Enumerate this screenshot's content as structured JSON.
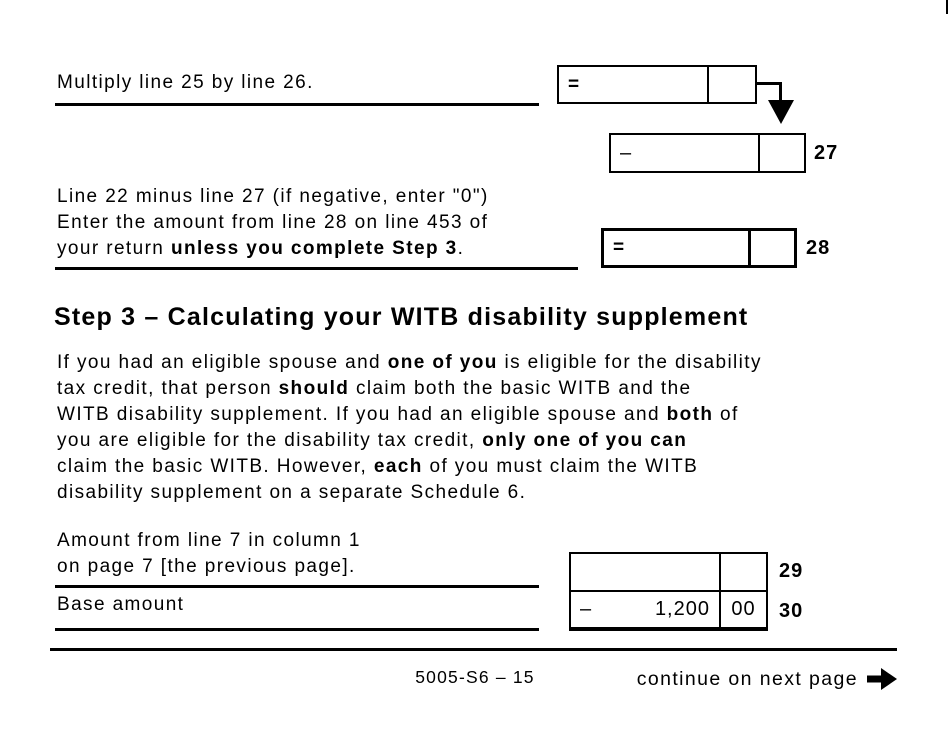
{
  "colors": {
    "ink": "#000000",
    "paper": "#ffffff"
  },
  "top_section": {
    "multiply_row": {
      "label": "Multiply line 25 by line 26.",
      "operator": "="
    },
    "down_arrow_icon": "down-arrow",
    "line27_row": {
      "operator": "–",
      "line_number": "27"
    },
    "line28_row": {
      "label_line1": "Line 22 minus line 27 (if negative, enter \"0\")",
      "label_line2": "Enter the amount from line 28 on line 453 of",
      "label_line3_pre": "your return ",
      "label_line3_bold": "unless you complete Step 3",
      "label_line3_post": ".",
      "operator": "=",
      "line_number": "28"
    }
  },
  "step3": {
    "heading": "Step 3 – Calculating your WITB disability supplement",
    "para": {
      "l1_pre": "If you had an eligible spouse and ",
      "l1_bold": "one of you",
      "l1_post": " is eligible for the disability",
      "l2_pre": "tax credit, that person ",
      "l2_bold": "should",
      "l2_post": " claim both the basic WITB and the",
      "l3_pre": "WITB disability supplement. If you had an eligible spouse and ",
      "l3_bold": "both",
      "l3_post": " of",
      "l4_pre": "you are eligible for the disability tax credit, ",
      "l4_bold": "only one of you can",
      "l5_pre": "claim the basic WITB. However, ",
      "l5_bold": "each",
      "l5_post": " of you must claim the WITB",
      "l6_pre": "disability supplement on a separate Schedule 6."
    },
    "line29_row": {
      "label_line1": "Amount from line 7 in column 1",
      "label_line2": "on page 7 [the previous page].",
      "line_number": "29"
    },
    "line30_row": {
      "label": "Base amount",
      "operator": "–",
      "amount": "1,200",
      "cents": "00",
      "line_number": "30"
    }
  },
  "footer": {
    "form_code": "5005-S6 – 15",
    "continue_text": "continue on next page",
    "arrow_icon": "right-arrow"
  }
}
